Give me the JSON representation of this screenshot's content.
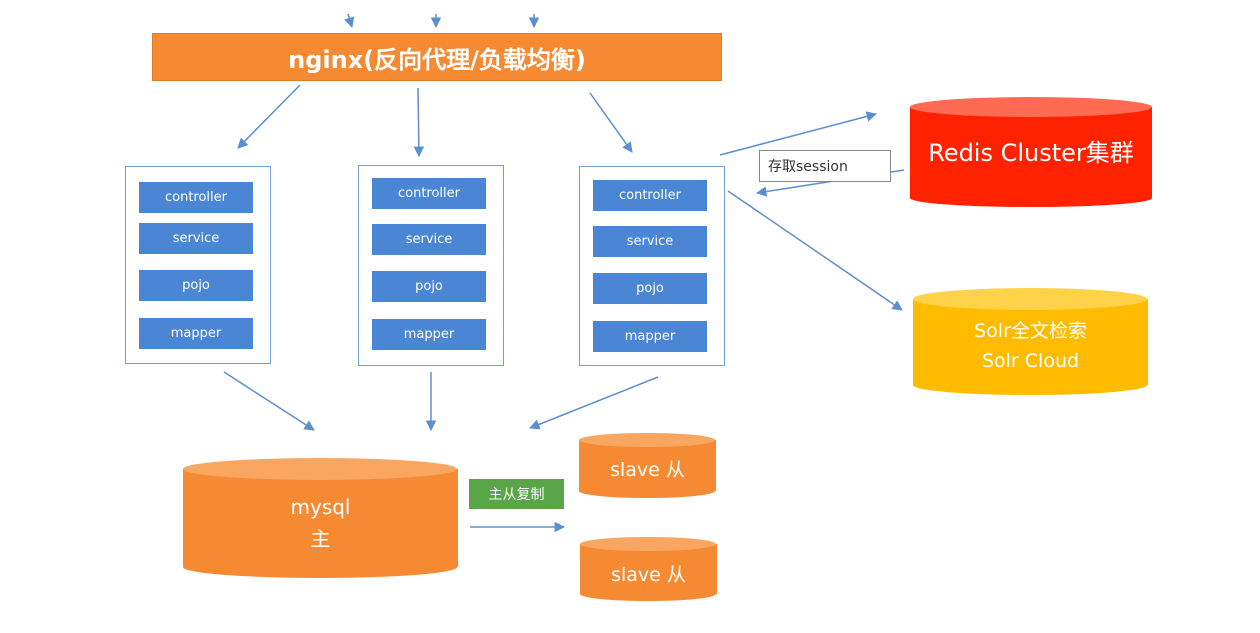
{
  "nginx": {
    "label": "nginx(反向代理/负载均衡)"
  },
  "servers": [
    {
      "layers": [
        "controller",
        "service",
        "pojo",
        "mapper"
      ]
    },
    {
      "layers": [
        "controller",
        "service",
        "pojo",
        "mapper"
      ]
    },
    {
      "layers": [
        "controller",
        "service",
        "pojo",
        "mapper"
      ]
    }
  ],
  "redis": {
    "label": "Redis Cluster集群"
  },
  "session": {
    "label": "存取session"
  },
  "solr": {
    "line1": "Solr全文检索",
    "line2": "Solr Cloud"
  },
  "mysql": {
    "line1": "mysql",
    "line2": "主"
  },
  "replication": {
    "label": "主从复制"
  },
  "slaves": [
    {
      "label": "slave 从"
    },
    {
      "label": "slave 从"
    }
  ],
  "colors": {
    "nginx": "#f58a33",
    "layer": "#4a86d4",
    "arrow": "#5b8fd0",
    "redis": "#ff2200",
    "solr": "#ffbb00",
    "mysql": "#f58a33",
    "replication": "#5aa54a"
  }
}
